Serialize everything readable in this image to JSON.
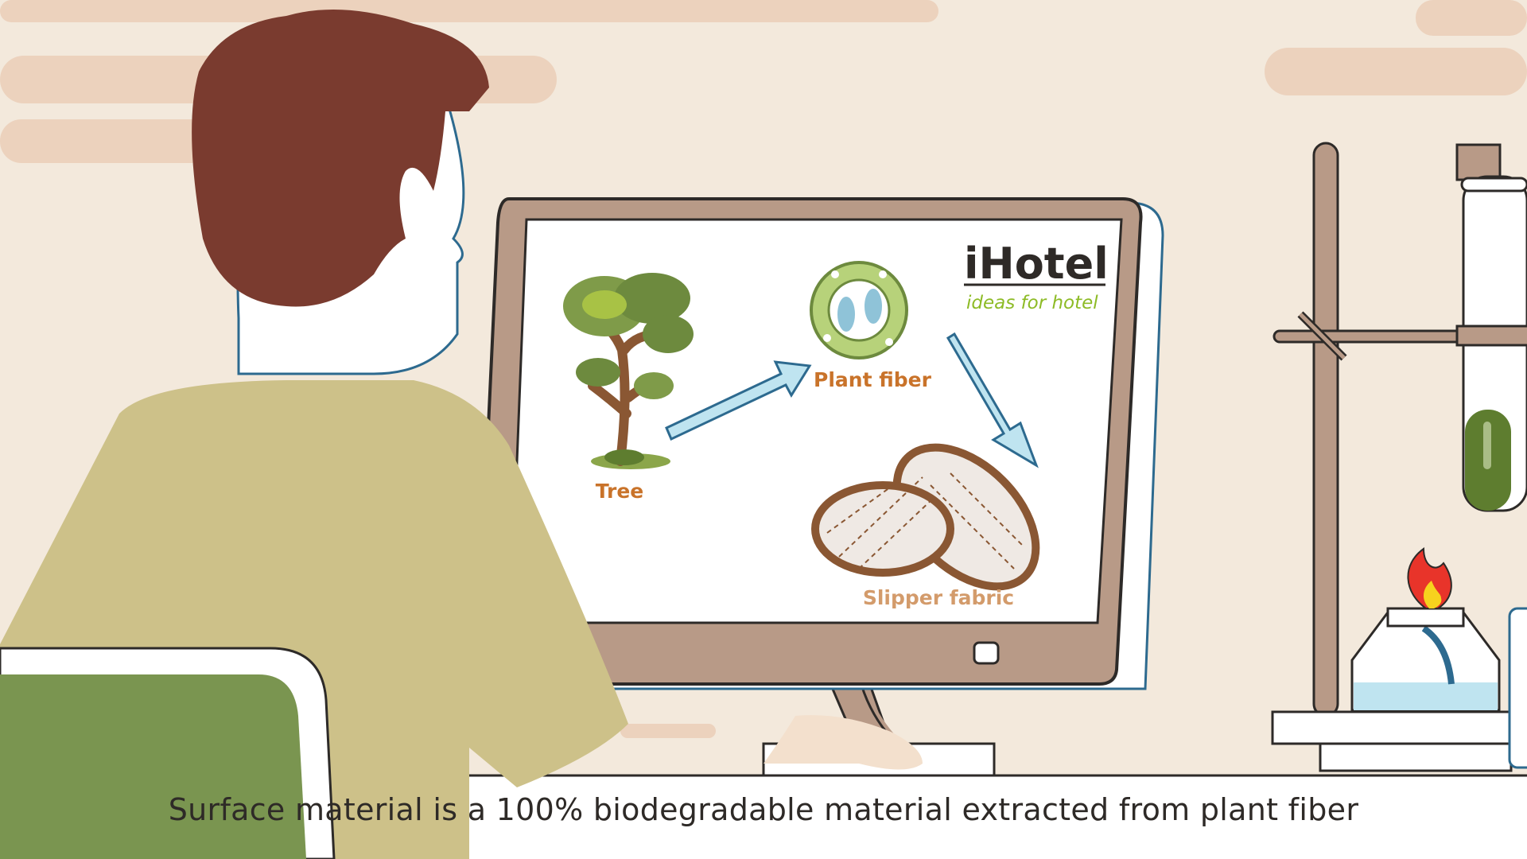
{
  "scene": {
    "description_name": "animated explainer frame",
    "colors": {
      "background": "#f3e9dc",
      "cloud": "#ecd2bd",
      "hair": "#7a3b2f",
      "shirt": "#cdc189",
      "chair": "#7a9550",
      "monitor_frame": "#b89a87",
      "label_orange": "#c9732a",
      "label_tan": "#d39b6b",
      "arrow_fill": "#bfe4f0",
      "arrow_stroke": "#2d6a8f",
      "liquid_green": "#5e7d2f",
      "flame": "#e8342a"
    }
  },
  "screen": {
    "logo_main": "iHotel",
    "logo_tagline": "ideas for hotel",
    "labels": {
      "tree": "Tree",
      "plant_fiber": "Plant fiber",
      "slipper_fabric": "Slipper fabric"
    }
  },
  "subtitle": "Surface material is a 100% biodegradable material extracted from plant fiber"
}
